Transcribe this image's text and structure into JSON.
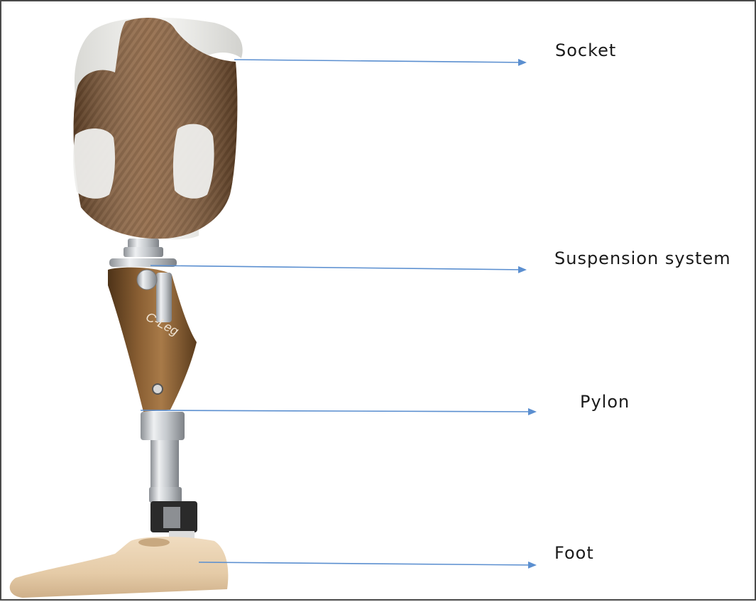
{
  "labels": {
    "socket": "Socket",
    "suspension": "Suspension system",
    "pylon": "Pylon",
    "foot": "Foot"
  },
  "device_marking": "C-Leg",
  "colors": {
    "arrow": "#5b8fd0",
    "socket_brown": "#7a5230",
    "socket_liner": "#ecece8",
    "metal": "#c9ccd0",
    "foot_skin": "#e8d2b2"
  }
}
